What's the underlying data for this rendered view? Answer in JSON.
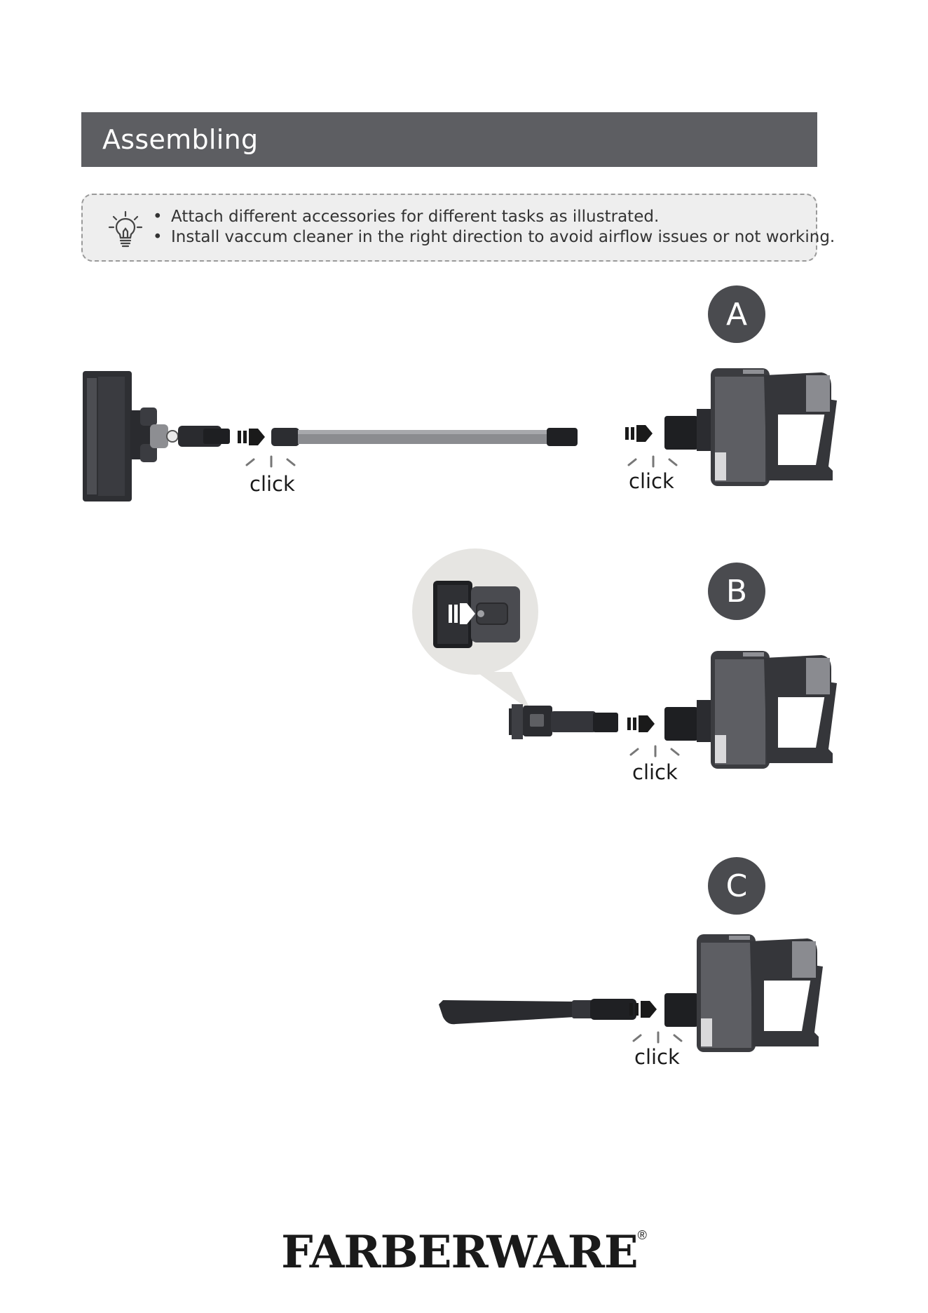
{
  "section": {
    "title": "Assembling"
  },
  "tips": {
    "icon": "lightbulb-icon",
    "items": [
      "Attach different accessories for different tasks as illustrated.",
      "Install vaccum cleaner in the right direction to avoid airflow issues or not working."
    ]
  },
  "steps": {
    "a": {
      "badge": "A",
      "click_left": "click",
      "click_right": "click"
    },
    "b": {
      "badge": "B",
      "click": "click"
    },
    "c": {
      "badge": "C",
      "click": "click"
    }
  },
  "footer": {
    "brand": "FARBERWARE",
    "mark": "®"
  }
}
